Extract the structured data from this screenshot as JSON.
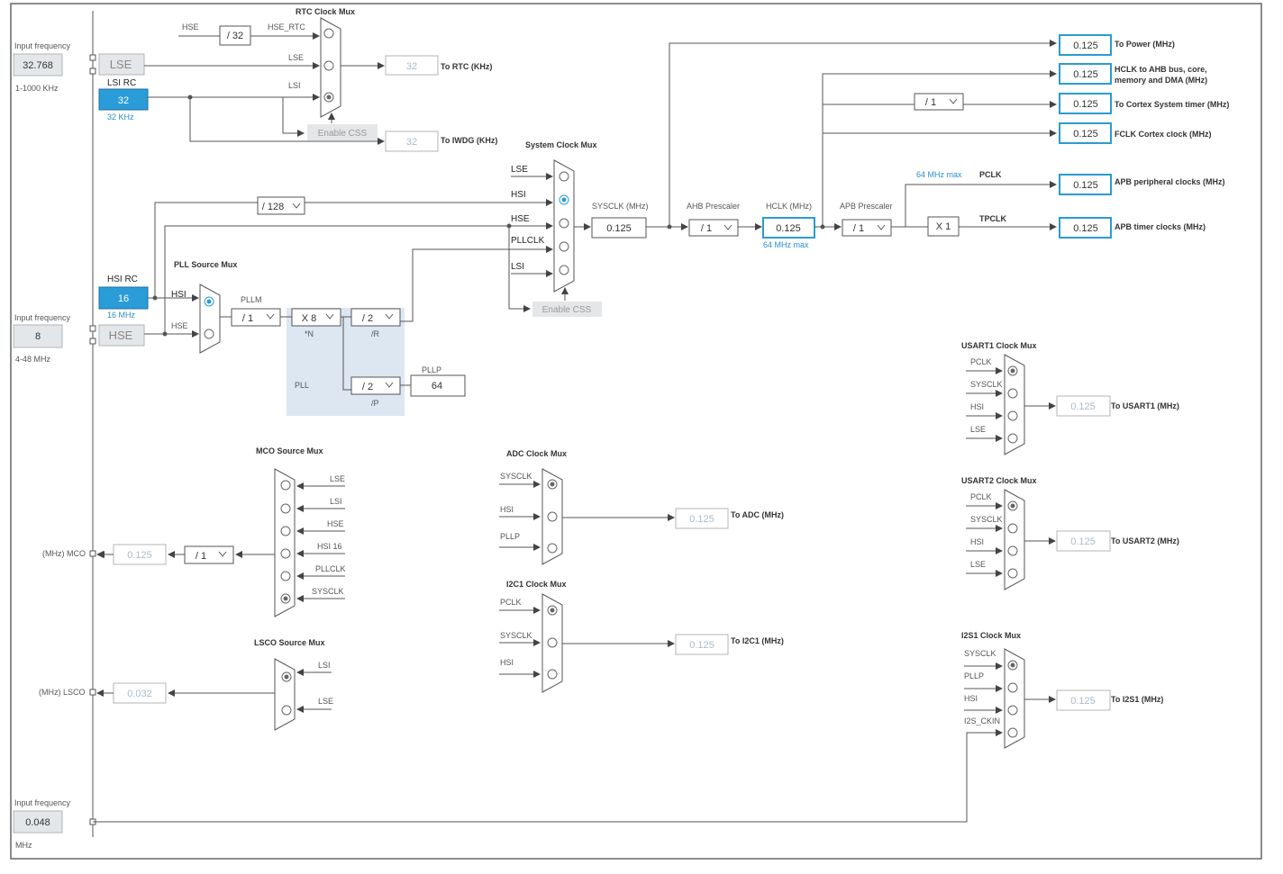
{
  "inputs": {
    "lse_freq_label": "Input frequency",
    "lse_value": "32.768",
    "lse_range": "1-1000 KHz",
    "hse_freq_label": "Input frequency",
    "hse_value": "8",
    "hse_range": "4-48 MHz",
    "i2s_freq_label": "Input frequency",
    "i2s_value": "0.048",
    "i2s_unit": "MHz"
  },
  "oscillators": {
    "lse_label": "LSE",
    "lsi_rc_label": "LSI RC",
    "lsi_value": "32",
    "lsi_unit": "32 KHz",
    "hsi_rc_label": "HSI RC",
    "hsi_value": "16",
    "hsi_unit": "16 MHz",
    "hse_label": "HSE"
  },
  "rtc": {
    "title": "RTC Clock Mux",
    "hse_label": "HSE",
    "div32": "/ 32",
    "hse_rtc": "HSE_RTC",
    "lse": "LSE",
    "lsi": "LSI",
    "enable_css": "Enable CSS",
    "rtc_value": "32",
    "rtc_label": "To RTC (KHz)",
    "iwdg_value": "32",
    "iwdg_label": "To IWDG (KHz)"
  },
  "sysmux": {
    "title": "System Clock Mux",
    "inputs": [
      "LSE",
      "HSI",
      "HSE",
      "PLLCLK",
      "LSI"
    ],
    "selected": "HSI",
    "enable_css": "Enable CSS",
    "div128": "/ 128"
  },
  "pll": {
    "source_title": "PLL Source Mux",
    "hsi": "HSI",
    "hse": "HSE",
    "pllm_label": "PLLM",
    "pllm": "/ 1",
    "pll_n": "X 8",
    "n_label": "*N",
    "pll_r": "/ 2",
    "r_label": "/R",
    "pll_p": "/ 2",
    "p_label": "/P",
    "pll_label": "PLL",
    "pllp_label": "PLLP",
    "pllp_value": "64"
  },
  "core": {
    "sysclk_label": "SYSCLK (MHz)",
    "sysclk_value": "0.125",
    "ahb_label": "AHB Prescaler",
    "ahb_value": "/ 1",
    "hclk_label": "HCLK (MHz)",
    "hclk_value": "0.125",
    "hclk_max": "64 MHz max",
    "apb_label": "APB Prescaler",
    "apb_value": "/ 1",
    "x1": "X 1",
    "pclk_max": "64 MHz max",
    "pclk": "PCLK",
    "tpclk": "TPCLK",
    "cortex_div": "/ 1"
  },
  "outputs": [
    {
      "value": "0.125",
      "label": "To Power (MHz)"
    },
    {
      "value": "0.125",
      "label": "HCLK to AHB bus, core,",
      "label2": "memory and DMA (MHz)"
    },
    {
      "value": "0.125",
      "label": "To Cortex System timer (MHz)"
    },
    {
      "value": "0.125",
      "label": "FCLK Cortex clock (MHz)"
    },
    {
      "value": "0.125",
      "label": "APB peripheral clocks (MHz)"
    },
    {
      "value": "0.125",
      "label": "APB timer clocks (MHz)"
    }
  ],
  "mco": {
    "title": "MCO Source Mux",
    "inputs": [
      "LSE",
      "LSI",
      "HSE",
      "HSI 16",
      "PLLCLK",
      "SYSCLK"
    ],
    "div": "/ 1",
    "value": "0.125",
    "label": "(MHz) MCO"
  },
  "lsco": {
    "title": "LSCO Source Mux",
    "inputs": [
      "LSI",
      "LSE"
    ],
    "value": "0.032",
    "label": "(MHz) LSCO"
  },
  "adc": {
    "title": "ADC Clock Mux",
    "inputs": [
      "SYSCLK",
      "HSI",
      "PLLP"
    ],
    "value": "0.125",
    "label": "To ADC (MHz)"
  },
  "i2c1": {
    "title": "I2C1 Clock Mux",
    "inputs": [
      "PCLK",
      "SYSCLK",
      "HSI"
    ],
    "value": "0.125",
    "label": "To I2C1 (MHz)"
  },
  "usart1": {
    "title": "USART1 Clock Mux",
    "inputs": [
      "PCLK",
      "SYSCLK",
      "HSI",
      "LSE"
    ],
    "value": "0.125",
    "label": "To USART1 (MHz)"
  },
  "usart2": {
    "title": "USART2 Clock Mux",
    "inputs": [
      "PCLK",
      "SYSCLK",
      "HSI",
      "LSE"
    ],
    "value": "0.125",
    "label": "To USART2 (MHz)"
  },
  "i2s1": {
    "title": "I2S1 Clock Mux",
    "inputs": [
      "SYSCLK",
      "PLLP",
      "HSI",
      "I2S_CKIN"
    ],
    "value": "0.125",
    "label": "To I2S1 (MHz)"
  },
  "colors": {
    "accent": "#2a9cd8",
    "output_border": "#2a9cd0",
    "pll_area": "#dce7f2",
    "wire": "#555555"
  }
}
